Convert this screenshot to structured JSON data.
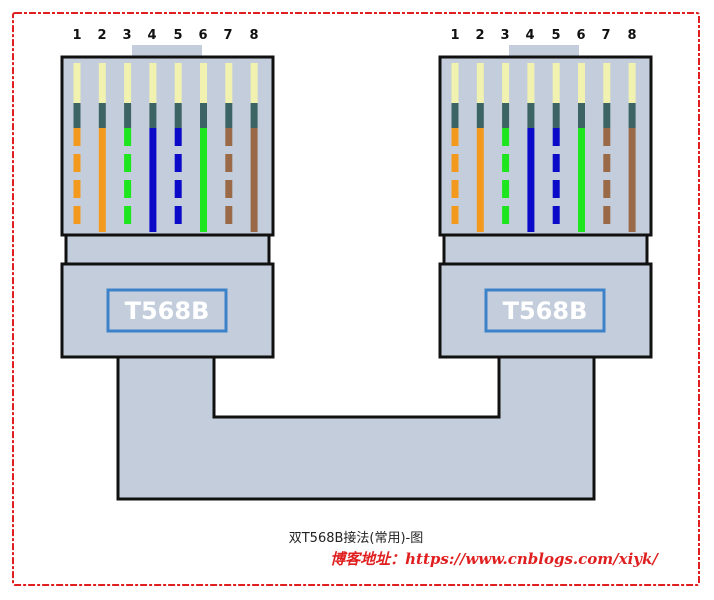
{
  "colors": {
    "border": "#e02020",
    "plug": "#c3cddc",
    "outline": "#111111",
    "tag_frame": "#3c82c8",
    "wire_tip": "#f2f2b0",
    "wire_band": "#3d6464",
    "orange": "#f39a1e",
    "green": "#1ee61e",
    "blue": "#0a0ac8",
    "brown": "#9a6a48"
  },
  "left_plug": {
    "pins": [
      "1",
      "2",
      "3",
      "4",
      "5",
      "6",
      "7",
      "8"
    ],
    "label": "T568B",
    "wires": [
      {
        "color": "orange",
        "striped": true
      },
      {
        "color": "orange",
        "striped": false
      },
      {
        "color": "green",
        "striped": true
      },
      {
        "color": "blue",
        "striped": false
      },
      {
        "color": "blue",
        "striped": true
      },
      {
        "color": "green",
        "striped": false
      },
      {
        "color": "brown",
        "striped": true
      },
      {
        "color": "brown",
        "striped": false
      }
    ]
  },
  "right_plug": {
    "pins": [
      "1",
      "2",
      "3",
      "4",
      "5",
      "6",
      "7",
      "8"
    ],
    "label": "T568B",
    "wires": [
      {
        "color": "orange",
        "striped": true
      },
      {
        "color": "orange",
        "striped": false
      },
      {
        "color": "green",
        "striped": true
      },
      {
        "color": "blue",
        "striped": false
      },
      {
        "color": "blue",
        "striped": true
      },
      {
        "color": "green",
        "striped": false
      },
      {
        "color": "brown",
        "striped": true
      },
      {
        "color": "brown",
        "striped": false
      }
    ]
  },
  "caption": "双T568B接法(常用)-图",
  "watermark": "博客地址：https://www.cnblogs.com/xiyk/"
}
